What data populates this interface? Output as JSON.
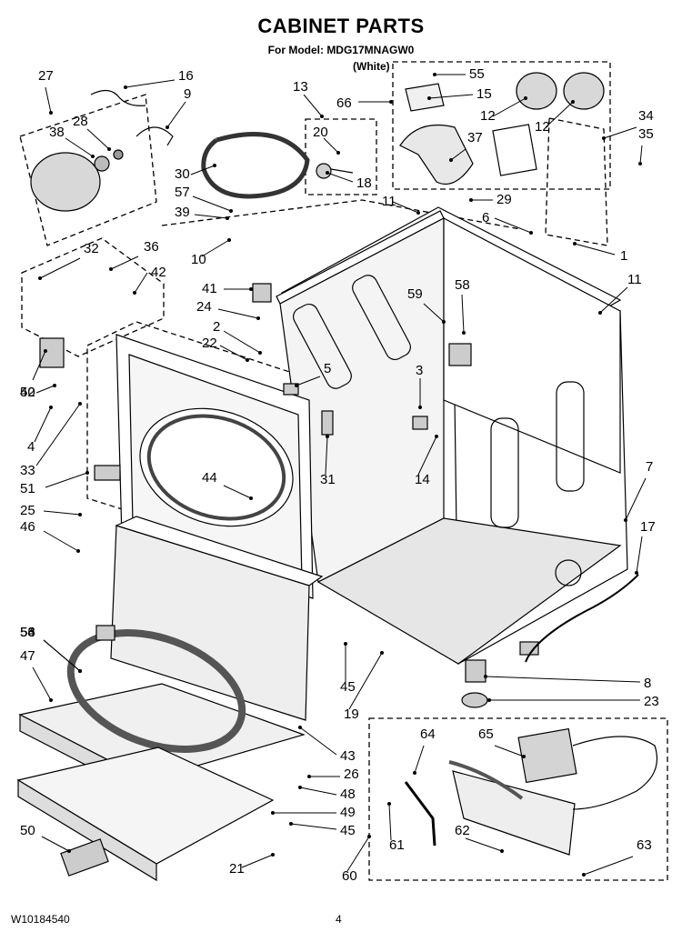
{
  "header": {
    "title": "CABINET PARTS",
    "model_line": "For Model: MDG17MNAGW0",
    "color_note": "(White)"
  },
  "footer": {
    "doc_number": "W10184540",
    "page_number": "4"
  },
  "callouts": [
    "1",
    "2",
    "3",
    "4",
    "5",
    "6",
    "7",
    "8",
    "9",
    "10",
    "11",
    "11",
    "12",
    "12",
    "13",
    "14",
    "15",
    "16",
    "17",
    "18",
    "19",
    "20",
    "21",
    "22",
    "23",
    "24",
    "25",
    "26",
    "27",
    "28",
    "29",
    "30",
    "31",
    "32",
    "33",
    "34",
    "35",
    "36",
    "37",
    "38",
    "39",
    "40",
    "41",
    "42",
    "43",
    "44",
    "45",
    "45",
    "46",
    "47",
    "48",
    "49",
    "50",
    "51",
    "52",
    "53",
    "54",
    "55",
    "56",
    "57",
    "58",
    "59",
    "60",
    "61",
    "62",
    "63",
    "64",
    "65",
    "66"
  ],
  "colors": {
    "ink": "#000000",
    "paper": "#ffffff",
    "part_fill": "#d8d8d8",
    "panel_fill": "#eeeeee"
  }
}
